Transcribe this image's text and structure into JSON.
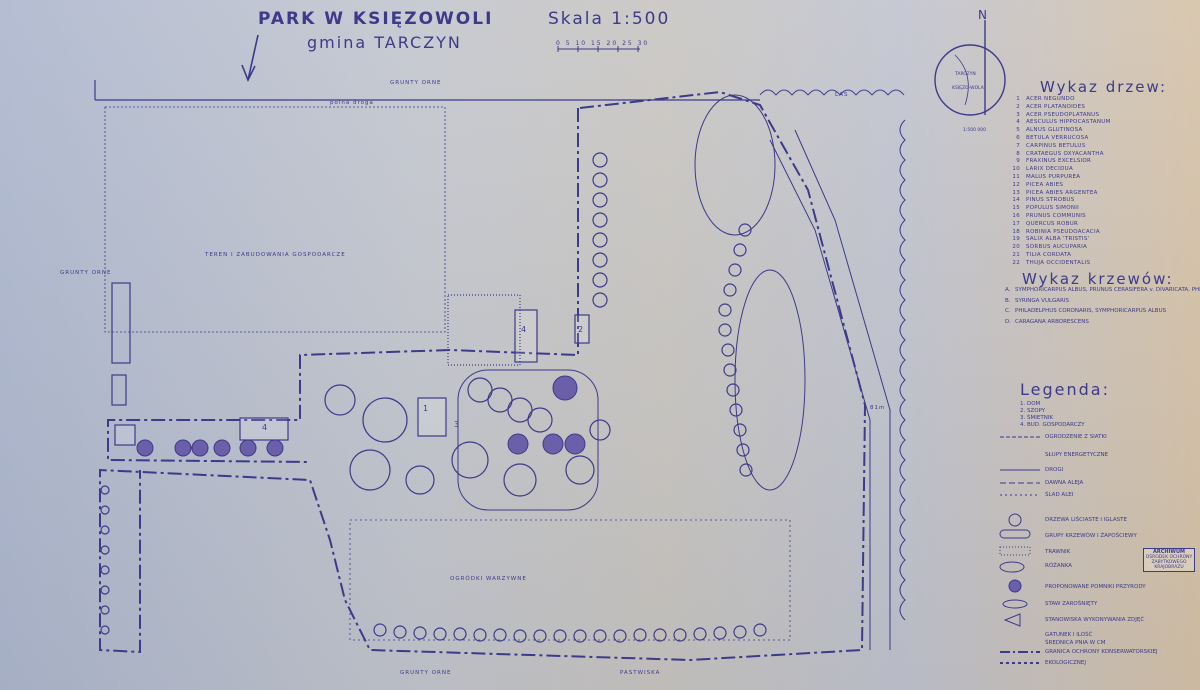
{
  "title": "PARK  W  KSIĘZOWOLI",
  "subtitle": "gmina  TARCZYN",
  "scale_label": "Skala  1:500",
  "scale_bar_numbers": "0  5  10  15  20  25  30",
  "north_symbol": "N",
  "locator": {
    "town": "TARCZYN",
    "village": "KSIĘZO-WOLA",
    "scale": "1:500 000"
  },
  "trees_heading": "Wykaz  drzew:",
  "trees": [
    {
      "no": "1",
      "name": "ACER  NEGUNDO"
    },
    {
      "no": "2",
      "name": "ACER  PLATANOIDES"
    },
    {
      "no": "3",
      "name": "ACER  PSEUDOPLATANUS"
    },
    {
      "no": "4",
      "name": "AESCULUS  HIPPOCASTANUM"
    },
    {
      "no": "5",
      "name": "ALNUS  GLUTINOSA"
    },
    {
      "no": "6",
      "name": "BETULA  VERRUCOSA"
    },
    {
      "no": "7",
      "name": "CARPINUS  BETULUS"
    },
    {
      "no": "8",
      "name": "CRATAEGUS  OXYACANTHA"
    },
    {
      "no": "9",
      "name": "FRAXINUS  EXCELSIOR"
    },
    {
      "no": "10",
      "name": "LARIX  DECIDUA"
    },
    {
      "no": "11",
      "name": "MALUS  PURPUREA"
    },
    {
      "no": "12",
      "name": "PICEA  ABIES"
    },
    {
      "no": "13",
      "name": "PICEA  ABIES  ARGENTEA"
    },
    {
      "no": "14",
      "name": "PINUS  STROBUS"
    },
    {
      "no": "15",
      "name": "POPULUS  SIMONII"
    },
    {
      "no": "16",
      "name": "PRUNUS  COMMUNIS"
    },
    {
      "no": "17",
      "name": "QUERCUS  ROBUR"
    },
    {
      "no": "18",
      "name": "ROBINIA  PSEUDOACACIA"
    },
    {
      "no": "19",
      "name": "SALIX  ALBA  'TRISTIS'"
    },
    {
      "no": "20",
      "name": "SORBUS  AUCUPARIA"
    },
    {
      "no": "21",
      "name": "TILIA  CORDATA"
    },
    {
      "no": "22",
      "name": "THUJA  OCCIDENTALIS"
    }
  ],
  "shrubs_heading": "Wykaz  krzewów:",
  "shrubs": [
    {
      "key": "A.",
      "name": "SYMPHORICARPUS  ALBUS,  PRUNUS  CERASIFERA  v. DIVARICATA,  PHILADELPHUS  CORONARIS"
    },
    {
      "key": "B.",
      "name": "SYRINGA  VULGARIS"
    },
    {
      "key": "C.",
      "name": "PHILADELPHUS  CORONARIS,  SYMPHORICARPUS  ALBUS"
    },
    {
      "key": "D.",
      "name": "CARAGANA  ARBORESCENS"
    }
  ],
  "legend_heading": "Legenda:",
  "legend": [
    "1.  DOM",
    "2.  SZOPY",
    "3.  ŚMIETNIK",
    "4.  BUD. GOSPODARCZY",
    "OGRODZENIE  Z  SIATKI",
    "SŁUPY  ENERGETYCZNE",
    "DROGI",
    "DAWNA  ALEJA",
    "ŚLAD  ALEI",
    "DRZEWA  LIŚCIASTE  I  IGLASTE",
    "GRUPY  KRZEWÓW  I  ŻAPOŚCIEWY",
    "TRAWNIK",
    "RÓŻANKA",
    "PROPONOWANE  POMNIKI  PRZYRODY",
    "STAW  ZAROŚNIĘTY",
    "STANOWISKA  WYKONYWANIA  ZDJĘĆ",
    "GATUNEK  I  ILOŚĆ",
    "ŚREDNICA  PNIA  W  CM",
    "GRANICA  OCHRONY  KONSERWATORSKIEJ",
    "EKOLOGICZNEJ"
  ],
  "stamp": {
    "heading": "ARCHIWUM",
    "text": "OŚRODEK  OCHRONY  ZABYTKOWEGO  KRAJOBRAZU"
  },
  "map_labels": {
    "fields_top": "GRUNTY  ORNE",
    "dirt_road": "polna  droga",
    "farm_area": "TEREN  I  ZABUDOWANIA  GOSPODARCZE",
    "fields_left": "GRUNTY  ORNE",
    "forest": "LAS",
    "vegetable_garden": "OGRÓDKI  WARZYWNE",
    "fields_bottom": "GRUNTY  ORNE",
    "pastures": "PASTWISKA",
    "distance": "81m"
  },
  "buildings": [
    "1",
    "2",
    "3",
    "4",
    "4"
  ],
  "colors": {
    "ink": "#3d3a8a",
    "paper": "#c4c7cf",
    "tree_fill": "#6a5fa8"
  }
}
